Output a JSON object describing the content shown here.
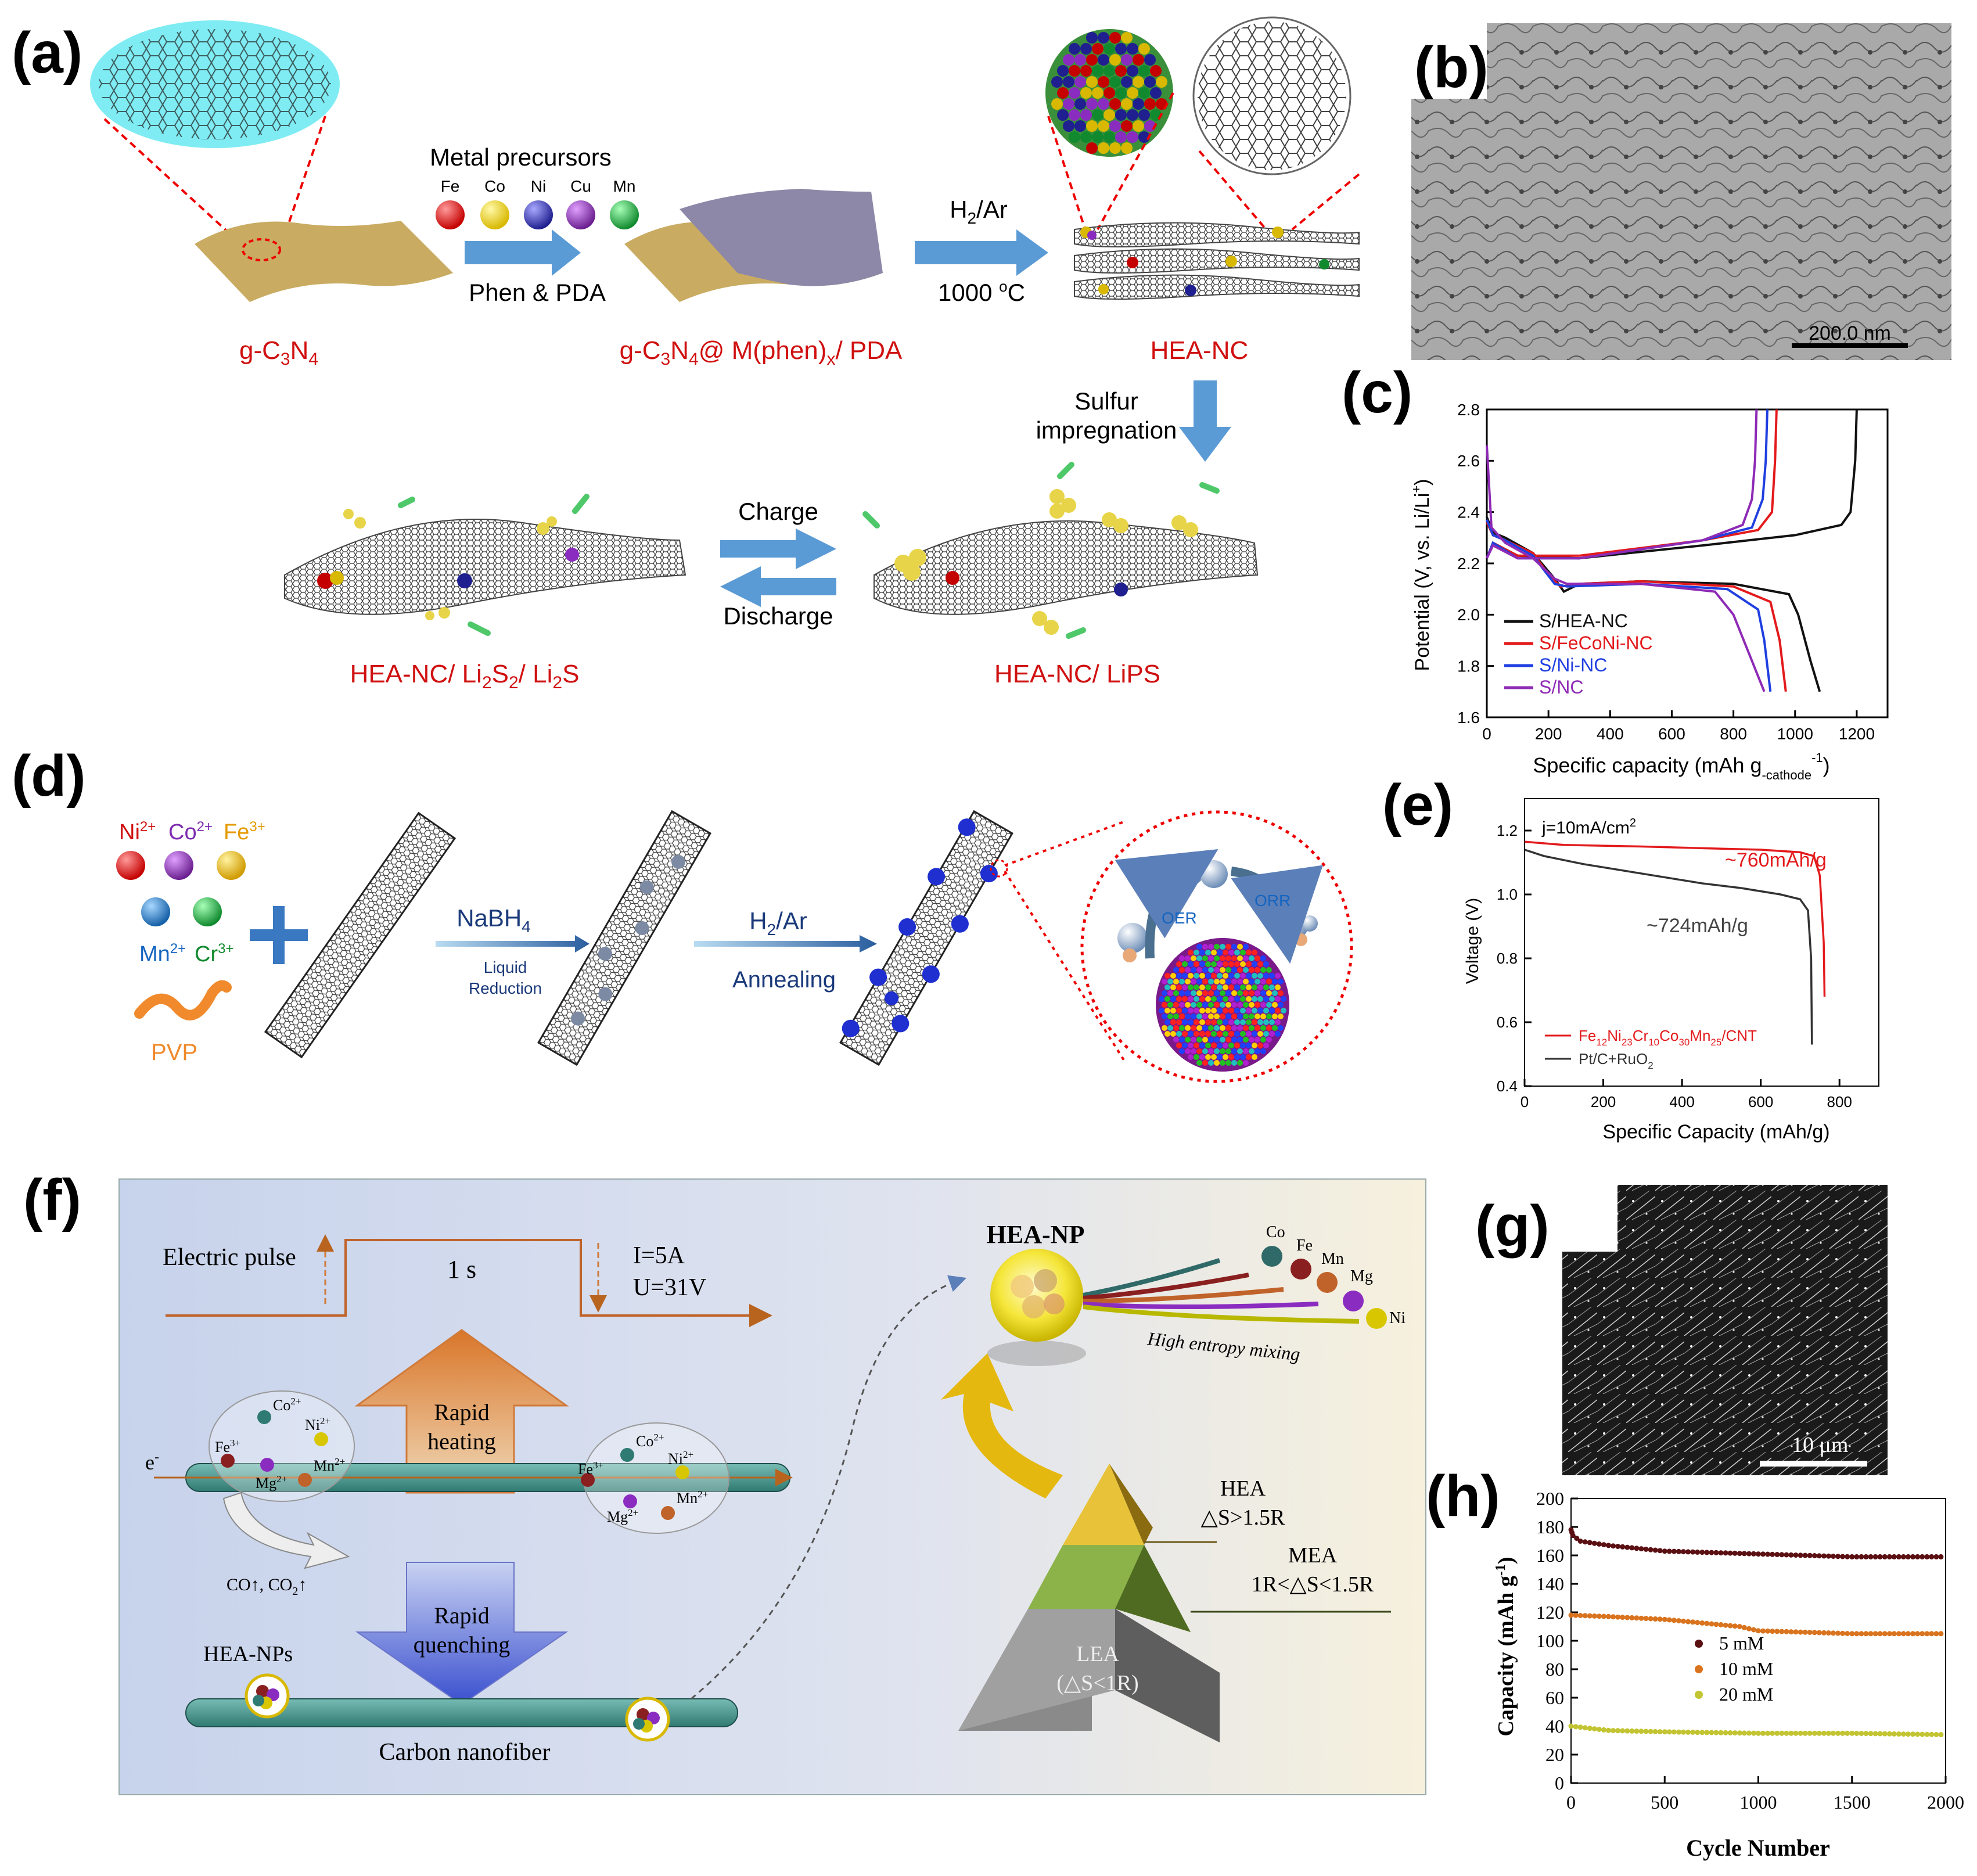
{
  "panels": {
    "a": "(a)",
    "b": "(b)",
    "c": "(c)",
    "d": "(d)",
    "e": "(e)",
    "f": "(f)",
    "g": "(g)",
    "h": "(h)"
  },
  "a": {
    "metal_precursors": "Metal precursors",
    "elements": [
      "Fe",
      "Co",
      "Ni",
      "Cu",
      "Mn"
    ],
    "phen_pda": "Phen & PDA",
    "h2ar_pre": "H",
    "h2ar_sub": "2",
    "h2ar_post": "/Ar",
    "temp": "1000 ",
    "temp_sup": "o",
    "temp_unit": "C",
    "gcn": {
      "a": "g-C",
      "b": "3",
      "c": "N",
      "d": "4"
    },
    "gcn_m": {
      "a": "g-C",
      "b": "3",
      "c": "N",
      "d": "4",
      "e": "@ M(phen)",
      "f": "x",
      "g": "/ PDA"
    },
    "hea_nc": "HEA-NC",
    "sulfur1": "Sulfur",
    "sulfur2": "impregnation",
    "charge": "Charge",
    "discharge": "Discharge",
    "li2s": {
      "a": "HEA-NC/ Li",
      "b": "2",
      "c": "S",
      "d": "2",
      "e": "/ Li",
      "f": "2",
      "g": "S"
    },
    "lips": "HEA-NC/ LiPS"
  },
  "b": {
    "scale": "200.0 nm"
  },
  "c_chart": {
    "ylabel_main": "Potential (V, vs. Li/Li",
    "ylabel_sup": "+",
    "ylabel_end": ")",
    "xlabel_main": "Specific capacity (mAh g",
    "xlabel_sub": "-cathode",
    "xlabel_sup": "-1",
    "xlabel_end": ")"
  },
  "d": {
    "ni": "Ni",
    "ni_c": "2+",
    "co": "Co",
    "co_c": "2+",
    "fe": "Fe",
    "fe_c": "3+",
    "mn": "Mn",
    "mn_c": "2+",
    "cr": "Cr",
    "cr_c": "3+",
    "pvp": "PVP",
    "nabh": "NaBH",
    "nabh_sub": "4",
    "liquid1": "Liquid",
    "liquid2": "Reduction",
    "h2ar": "H",
    "h2ar_sub": "2",
    "h2ar_end": "/Ar",
    "annealing": "Annealing",
    "oer": "OER",
    "orr": "ORR"
  },
  "e_chart": {
    "j": "j=10mA/cm",
    "j_sup": "2",
    "ann_red": "~760mAh/g",
    "ann_black": "~724mAh/g",
    "legend_red": {
      "a": "Fe",
      "b": "12",
      "c": "Ni",
      "d": "23",
      "e": "Cr",
      "f": "10",
      "g": "Co",
      "h": "30",
      "i": "Mn",
      "j": "25",
      "k": "/CNT"
    },
    "legend_black": {
      "a": "Pt/C+RuO",
      "b": "2"
    },
    "ylabel": "Voltage (V)",
    "xlabel": "Specific Capacity (mAh/g)"
  },
  "f": {
    "electric_pulse": "Electric pulse",
    "one_s": "1 s",
    "current": "I=5A",
    "voltage": "U=31V",
    "rapid1": "Rapid",
    "heating": "heating",
    "quenching": "quenching",
    "eminus": "e",
    "eminus_sup": "-",
    "ions": [
      [
        "Co",
        "2+"
      ],
      [
        "Fe",
        "3+"
      ],
      [
        "Ni",
        "2+"
      ],
      [
        "Mg",
        "2+"
      ],
      [
        "Mn",
        "2+"
      ]
    ],
    "co_gas": "CO↑, CO",
    "co_sub": "2",
    "co_end": "↑",
    "hea_nps": "HEA-NPs",
    "carbon_nanofiber": "Carbon nanofiber",
    "hea_np": "HEA-NP",
    "mix_elements": [
      "Co",
      "Fe",
      "Mn",
      "Mg",
      "Ni"
    ],
    "high_entropy": "High entropy mixing",
    "hea": "HEA",
    "hea_cond": "△S>1.5R",
    "mea": "MEA",
    "mea_cond": "1R<△S<1.5R",
    "lea": "LEA",
    "lea_cond": "(△S<1R)"
  },
  "g": {
    "scale": "10 μm"
  },
  "h_chart": {
    "ylabel": "Capacity (mAh g",
    "ylabel_sup": "-1",
    "ylabel_end": ")",
    "xlabel": "Cycle Number"
  },
  "chart_data": [
    {
      "panel": "c",
      "type": "line",
      "xlabel": "Specific capacity (mAh g-cathode-1)",
      "ylabel": "Potential (V, vs. Li/Li+)",
      "xlim": [
        0,
        1300
      ],
      "ylim": [
        1.6,
        2.8
      ],
      "xticks": [
        0,
        200,
        400,
        600,
        800,
        1000,
        1200
      ],
      "yticks": [
        1.6,
        1.8,
        2.0,
        2.2,
        2.4,
        2.6,
        2.8
      ],
      "series": [
        {
          "name": "S/HEA-NC",
          "color": "#111111",
          "discharge": [
            [
              0,
              2.38
            ],
            [
              20,
              2.32
            ],
            [
              60,
              2.3
            ],
            [
              150,
              2.24
            ],
            [
              220,
              2.14
            ],
            [
              250,
              2.09
            ],
            [
              300,
              2.12
            ],
            [
              500,
              2.13
            ],
            [
              800,
              2.12
            ],
            [
              980,
              2.08
            ],
            [
              1010,
              2.0
            ],
            [
              1050,
              1.82
            ],
            [
              1080,
              1.7
            ]
          ],
          "charge": [
            [
              0,
              2.22
            ],
            [
              20,
              2.28
            ],
            [
              100,
              2.23
            ],
            [
              300,
              2.22
            ],
            [
              700,
              2.27
            ],
            [
              1000,
              2.31
            ],
            [
              1150,
              2.35
            ],
            [
              1180,
              2.4
            ],
            [
              1195,
              2.6
            ],
            [
              1200,
              2.8
            ]
          ]
        },
        {
          "name": "S/FeCoNi-NC",
          "color": "#e31a1c",
          "discharge": [
            [
              0,
              2.36
            ],
            [
              20,
              2.31
            ],
            [
              60,
              2.29
            ],
            [
              150,
              2.24
            ],
            [
              210,
              2.14
            ],
            [
              240,
              2.11
            ],
            [
              300,
              2.12
            ],
            [
              500,
              2.13
            ],
            [
              800,
              2.11
            ],
            [
              920,
              2.05
            ],
            [
              950,
              1.9
            ],
            [
              970,
              1.7
            ]
          ],
          "charge": [
            [
              0,
              2.22
            ],
            [
              20,
              2.28
            ],
            [
              100,
              2.23
            ],
            [
              300,
              2.23
            ],
            [
              700,
              2.29
            ],
            [
              880,
              2.33
            ],
            [
              925,
              2.4
            ],
            [
              935,
              2.6
            ],
            [
              940,
              2.8
            ]
          ]
        },
        {
          "name": "S/Ni-NC",
          "color": "#1f3fe0",
          "discharge": [
            [
              0,
              2.37
            ],
            [
              20,
              2.31
            ],
            [
              60,
              2.29
            ],
            [
              150,
              2.23
            ],
            [
              220,
              2.12
            ],
            [
              260,
              2.11
            ],
            [
              500,
              2.12
            ],
            [
              780,
              2.1
            ],
            [
              880,
              2.02
            ],
            [
              900,
              1.9
            ],
            [
              920,
              1.7
            ]
          ],
          "charge": [
            [
              0,
              2.22
            ],
            [
              20,
              2.28
            ],
            [
              100,
              2.22
            ],
            [
              300,
              2.22
            ],
            [
              700,
              2.29
            ],
            [
              860,
              2.34
            ],
            [
              895,
              2.45
            ],
            [
              905,
              2.6
            ],
            [
              910,
              2.8
            ]
          ]
        },
        {
          "name": "S/NC",
          "color": "#8e2ab5",
          "discharge": [
            [
              0,
              2.66
            ],
            [
              15,
              2.34
            ],
            [
              60,
              2.28
            ],
            [
              150,
              2.22
            ],
            [
              220,
              2.14
            ],
            [
              260,
              2.12
            ],
            [
              500,
              2.12
            ],
            [
              740,
              2.09
            ],
            [
              800,
              2.0
            ],
            [
              850,
              1.85
            ],
            [
              900,
              1.7
            ]
          ],
          "charge": [
            [
              0,
              2.22
            ],
            [
              20,
              2.27
            ],
            [
              100,
              2.22
            ],
            [
              300,
              2.22
            ],
            [
              700,
              2.29
            ],
            [
              830,
              2.35
            ],
            [
              860,
              2.45
            ],
            [
              870,
              2.6
            ],
            [
              875,
              2.8
            ]
          ]
        }
      ]
    },
    {
      "panel": "e",
      "type": "line",
      "xlabel": "Specific Capacity (mAh/g)",
      "ylabel": "Voltage (V)",
      "xlim": [
        0,
        900
      ],
      "ylim": [
        0.4,
        1.3
      ],
      "xticks": [
        0,
        200,
        400,
        600,
        800
      ],
      "yticks": [
        0.4,
        0.6,
        0.8,
        1.0,
        1.2
      ],
      "series": [
        {
          "name": "Fe12Ni23Cr10Co30Mn25/CNT",
          "color": "#e31a1c",
          "points": [
            [
              0,
              1.165
            ],
            [
              100,
              1.155
            ],
            [
              300,
              1.15
            ],
            [
              500,
              1.143
            ],
            [
              600,
              1.14
            ],
            [
              700,
              1.132
            ],
            [
              735,
              1.12
            ],
            [
              750,
              1.06
            ],
            [
              760,
              0.85
            ],
            [
              762,
              0.68
            ]
          ]
        },
        {
          "name": "Pt/C+RuO2",
          "color": "#333333",
          "points": [
            [
              0,
              1.14
            ],
            [
              50,
              1.12
            ],
            [
              150,
              1.095
            ],
            [
              300,
              1.065
            ],
            [
              450,
              1.035
            ],
            [
              550,
              1.02
            ],
            [
              650,
              1.0
            ],
            [
              700,
              0.985
            ],
            [
              720,
              0.95
            ],
            [
              728,
              0.8
            ],
            [
              730,
              0.53
            ]
          ]
        }
      ]
    },
    {
      "panel": "h",
      "type": "scatter",
      "xlabel": "Cycle Number",
      "ylabel": "Capacity (mAh g-1)",
      "xlim": [
        0,
        2000
      ],
      "ylim": [
        0,
        200
      ],
      "xticks": [
        0,
        500,
        1000,
        1500,
        2000
      ],
      "yticks": [
        0,
        20,
        40,
        60,
        80,
        100,
        120,
        140,
        160,
        180,
        200
      ],
      "series": [
        {
          "name": "5 mM",
          "color": "#5a0f12",
          "points": [
            [
              0,
              178
            ],
            [
              10,
              174
            ],
            [
              50,
              170
            ],
            [
              200,
              167
            ],
            [
              500,
              163
            ],
            [
              1000,
              161
            ],
            [
              1500,
              159
            ],
            [
              2000,
              159
            ]
          ]
        },
        {
          "name": "10 mM",
          "color": "#d9731d",
          "points": [
            [
              0,
              118
            ],
            [
              200,
              117
            ],
            [
              500,
              115
            ],
            [
              900,
              110
            ],
            [
              1000,
              107
            ],
            [
              1500,
              105
            ],
            [
              2000,
              105
            ]
          ]
        },
        {
          "name": "20 mM",
          "color": "#c2c431",
          "points": [
            [
              0,
              40
            ],
            [
              200,
              37
            ],
            [
              500,
              36
            ],
            [
              1000,
              35
            ],
            [
              1500,
              35
            ],
            [
              2000,
              34
            ]
          ]
        }
      ]
    }
  ]
}
